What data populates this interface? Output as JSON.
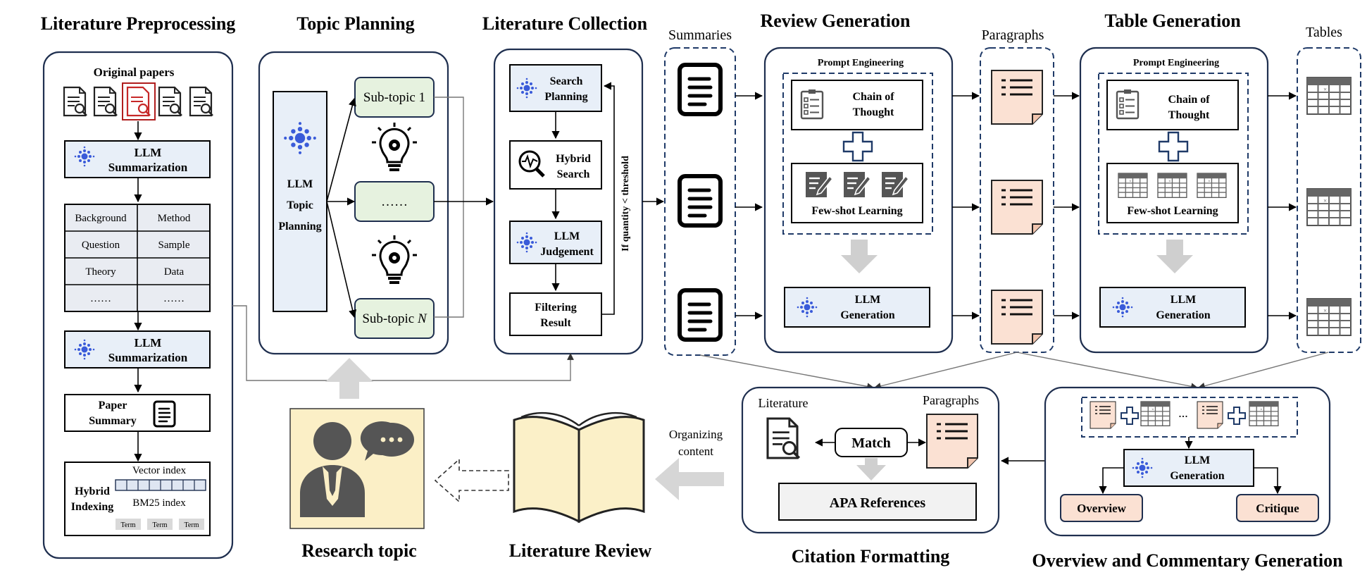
{
  "sections": {
    "preprocessing": "Literature Preprocessing",
    "topic_planning": "Topic Planning",
    "collection": "Literature Collection",
    "review_gen": "Review Generation",
    "table_gen": "Table Generation",
    "research_topic": "Research topic",
    "literature_review": "Literature Review",
    "citation": "Citation Formatting",
    "overview": "Overview and Commentary Generation"
  },
  "preprocessing": {
    "original_papers": "Original papers",
    "llm_summarization": "LLM Summarization",
    "grid": [
      "Background",
      "Method",
      "Question",
      "Sample",
      "Theory",
      "Data",
      "……",
      "……"
    ],
    "llm_summarization2": "LLM Summarization",
    "paper_summary": "Paper Summary",
    "vector_index": "Vector index",
    "hybrid_indexing": "Hybrid Indexing",
    "bm25_index": "BM25 index",
    "terms": [
      "Term",
      "Term",
      "Term"
    ]
  },
  "topic": {
    "llm_topic_planning": [
      "LLM",
      "Topic",
      "Planning"
    ],
    "subtopic_1": "Sub-topic 1",
    "ellipsis": "……",
    "subtopic_n_prefix": "Sub-topic ",
    "subtopic_n_var": "N"
  },
  "collection": {
    "search_planning": "Search Planning",
    "hybrid_search": "Hybrid Search",
    "llm_judgement": "LLM Judgement",
    "filtering_result": "Filtering Result",
    "loop_label": "If quantity < threshold"
  },
  "labels": {
    "summaries": "Summaries",
    "paragraphs": "Paragraphs",
    "tables": "Tables",
    "organizing_content": [
      "Organizing",
      "content"
    ]
  },
  "review": {
    "prompt_engineering": "Prompt Engineering",
    "chain_of_thought": "Chain of Thought",
    "few_shot": "Few-shot Learning",
    "llm_generation": "LLM Generation"
  },
  "table": {
    "prompt_engineering": "Prompt Engineering",
    "chain_of_thought": "Chain of Thought",
    "few_shot": "Few-shot Learning",
    "llm_generation": "LLM Generation"
  },
  "citation": {
    "literature": "Literature",
    "paragraphs": "Paragraphs",
    "match": "Match",
    "apa": "APA References"
  },
  "overview": {
    "ellipsis": "...",
    "llm_generation": "LLM Generation",
    "overview": "Overview",
    "critique": "Critique"
  },
  "colors": {
    "panel_border": "#1f2f4f",
    "blue_fill": "#e8eff8",
    "green_fill": "#e6f2df",
    "peach_fill": "#fbe1d3",
    "book_fill": "#fbf0c8",
    "topic_bg": "#fbefc6",
    "llm_icon": "#3a5bd9"
  }
}
